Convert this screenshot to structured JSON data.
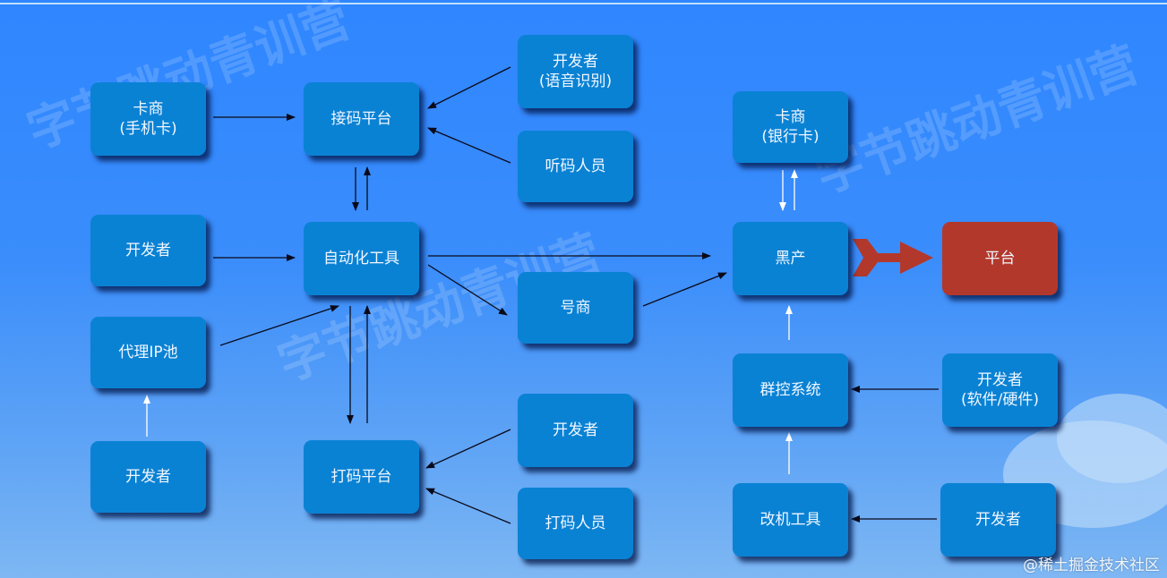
{
  "nodes": {
    "card_phone": {
      "line1": "卡商",
      "line2": "(手机卡)"
    },
    "code_receive": {
      "line1": "接码平台"
    },
    "dev_voice": {
      "line1": "开发者",
      "line2": "(语音识别)"
    },
    "code_listener": {
      "line1": "听码人员"
    },
    "dev_left": {
      "line1": "开发者"
    },
    "automation": {
      "line1": "自动化工具"
    },
    "proxy_pool": {
      "line1": "代理IP池"
    },
    "account_dealer": {
      "line1": "号商"
    },
    "dev_bottom_left": {
      "line1": "开发者"
    },
    "captcha_platform": {
      "line1": "打码平台"
    },
    "dev_captcha": {
      "line1": "开发者"
    },
    "captcha_worker": {
      "line1": "打码人员"
    },
    "card_bank": {
      "line1": "卡商",
      "line2": "(银行卡)"
    },
    "black_industry": {
      "line1": "黑产"
    },
    "platform": {
      "line1": "平台"
    },
    "group_control": {
      "line1": "群控系统"
    },
    "dev_hw": {
      "line1": "开发者",
      "line2": "(软件/硬件)"
    },
    "device_mod": {
      "line1": "改机工具"
    },
    "dev_mod": {
      "line1": "开发者"
    }
  },
  "watermark": "字节跳动青训营",
  "footer": "@稀土掘金技术社区",
  "colors": {
    "node": "#0a82d4",
    "target": "#b3382c",
    "background": "#3a8dfb",
    "arrow_red": "#b3382c"
  }
}
